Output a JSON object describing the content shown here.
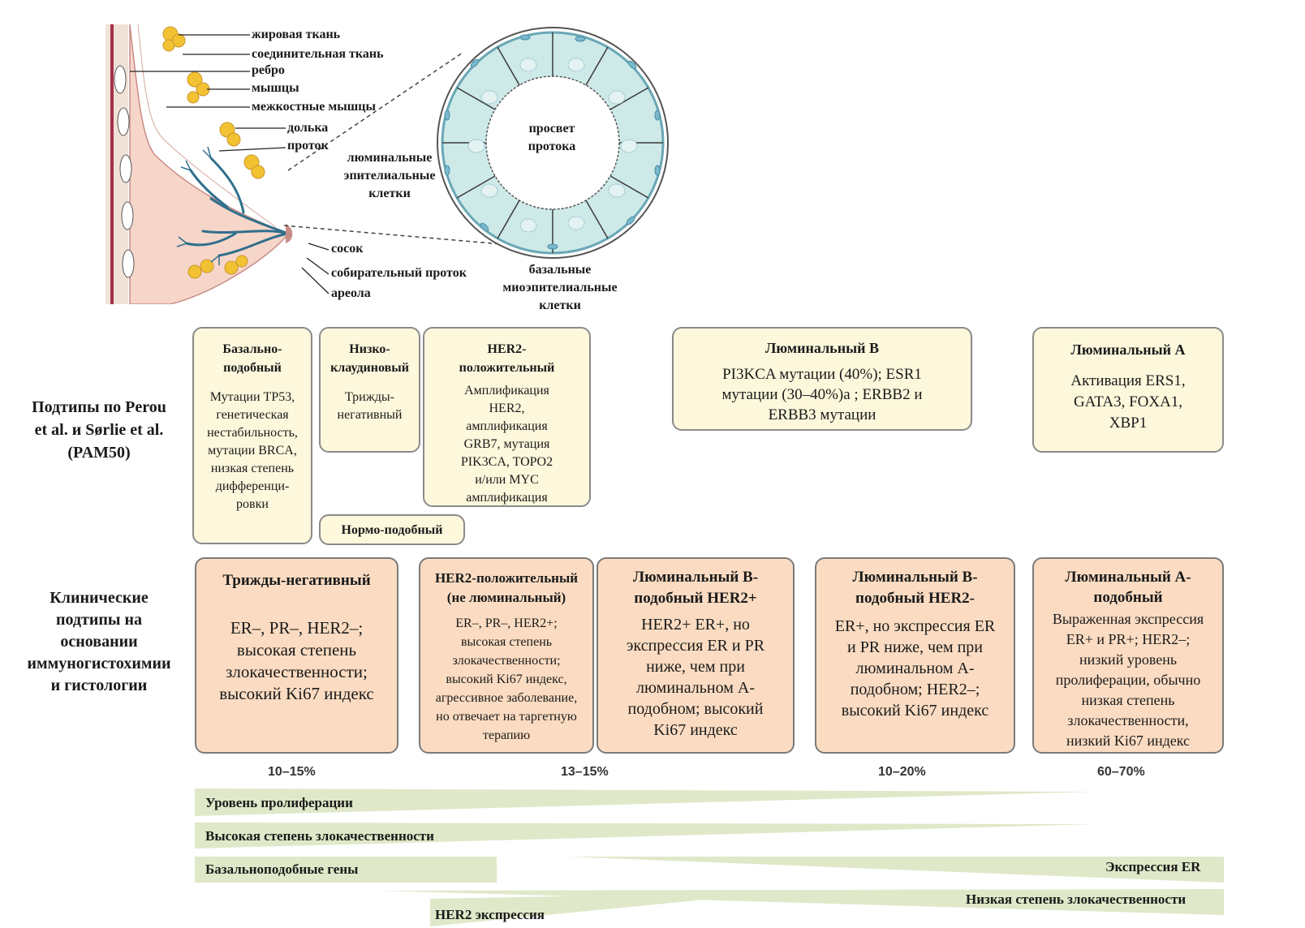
{
  "anatomy": {
    "labels": {
      "fat": "жировая ткань",
      "connective": "соединительная ткань",
      "rib": "ребро",
      "muscles": "мышцы",
      "intercostal": "межкостные мышцы",
      "lobule": "долька",
      "duct": "проток",
      "luminal_epi_1": "люминальные",
      "luminal_epi_2": "эпителиальные",
      "luminal_epi_3": "клетки",
      "nipple": "сосок",
      "collecting_duct": "собирательный проток",
      "areola": "ареола",
      "lumen_1": "просвет",
      "lumen_2": "протока",
      "basal_1": "базальные",
      "basal_2": "миоэпителиальные",
      "basal_3": "клетки"
    },
    "colors": {
      "skin": "#f6d8cc",
      "fat": "#f3c233",
      "duct": "#2f6f8c",
      "cell_fill": "#cde9e8",
      "cell_nucleus": "#79b9cf"
    }
  },
  "rows": {
    "pam50": [
      "Подтипы по Perou",
      "et al. и Sørlie et al.",
      "(PAM50)"
    ],
    "clinical": [
      "Клинические",
      "подтипы на",
      "основании",
      "иммуногистохимии",
      "и гистологии"
    ]
  },
  "pam50_boxes": {
    "basal": {
      "title": [
        "Базально-",
        "подобный"
      ],
      "body": [
        "Мутации TP53,",
        "генетическая",
        "нестабильность,",
        "мутации BRCA,",
        "низкая степень",
        "дифференци-",
        "ровки"
      ]
    },
    "claudin": {
      "title": [
        "Низко-",
        "клаудиновый"
      ],
      "body": [
        "Трижды-",
        "негативный"
      ]
    },
    "her2": {
      "title": [
        "HER2-",
        "положительный"
      ],
      "body": [
        "Амплификация",
        "HER2,",
        "амплификация",
        "GRB7, мутация",
        "PIK3CA, TOPO2",
        "и/или MYC",
        "амплификация"
      ]
    },
    "normal": {
      "title": "Нормо-подобный"
    },
    "lumB": {
      "title": "Люминальный В",
      "body": [
        "PI3KCA мутации (40%); ESR1",
        "мутации (30–40%)a ; ERBB2 и",
        "ERBB3 мутации"
      ]
    },
    "lumA": {
      "title": "Люминальный А",
      "body": [
        "Активация ERS1,",
        "GATA3, FOXA1,",
        "XBP1"
      ]
    }
  },
  "clinical_boxes": {
    "tn": {
      "title": [
        "Трижды-негативный"
      ],
      "body": [
        "ER–, PR–, HER2–;",
        "высокая степень",
        "злокачественности;",
        "высокий Ki67 индекс"
      ]
    },
    "her2": {
      "title": [
        "HER2-положительный",
        "(не люминальный)"
      ],
      "body": [
        "ER–, PR–, HER2+;",
        "высокая степень",
        "злокачественности;",
        "высокий Ki67 индекс,",
        "агрессивное заболевание,",
        "но отвечает на таргетную",
        "терапию"
      ]
    },
    "lumb_her2p": {
      "title": [
        "Люминальный В-",
        "подобный HER2+"
      ],
      "body": [
        "HER2+ ER+, но",
        "экспрессия ER и PR",
        "ниже, чем при",
        "люминальном А-",
        "подобном; высокий",
        "Ki67 индекс"
      ]
    },
    "lumb_her2n": {
      "title": [
        "Люминальный В-",
        "подобный HER2-"
      ],
      "body": [
        "ER+, но экспрессия ER",
        "и  PR ниже, чем при",
        "люминальном А-",
        "подобном; HER2–;",
        "высокий Ki67 индекс"
      ]
    },
    "luma": {
      "title": [
        "Люминальный А-",
        "подобный"
      ],
      "body": [
        "Выраженная экспрессия",
        "ER+ и PR+; HER2–;",
        "низкий уровень",
        "пролиферации, обычно",
        "низкая степень",
        "злокачественности,",
        "низкий Ki67 индекс"
      ]
    }
  },
  "percentages": [
    "10–15%",
    "13–15%",
    "10–20%",
    "60–70%"
  ],
  "gradients": {
    "proliferation": "Уровень пролиферации",
    "high_grade": "Высокая степень злокачественности",
    "basal_genes": "Базальноподобные гены",
    "er_expr": "Экспрессия ER",
    "low_grade": "Низкая степень злокачественности",
    "her2_expr": "HER2 экспрессия",
    "wedge_color": "#dfe8c8"
  }
}
